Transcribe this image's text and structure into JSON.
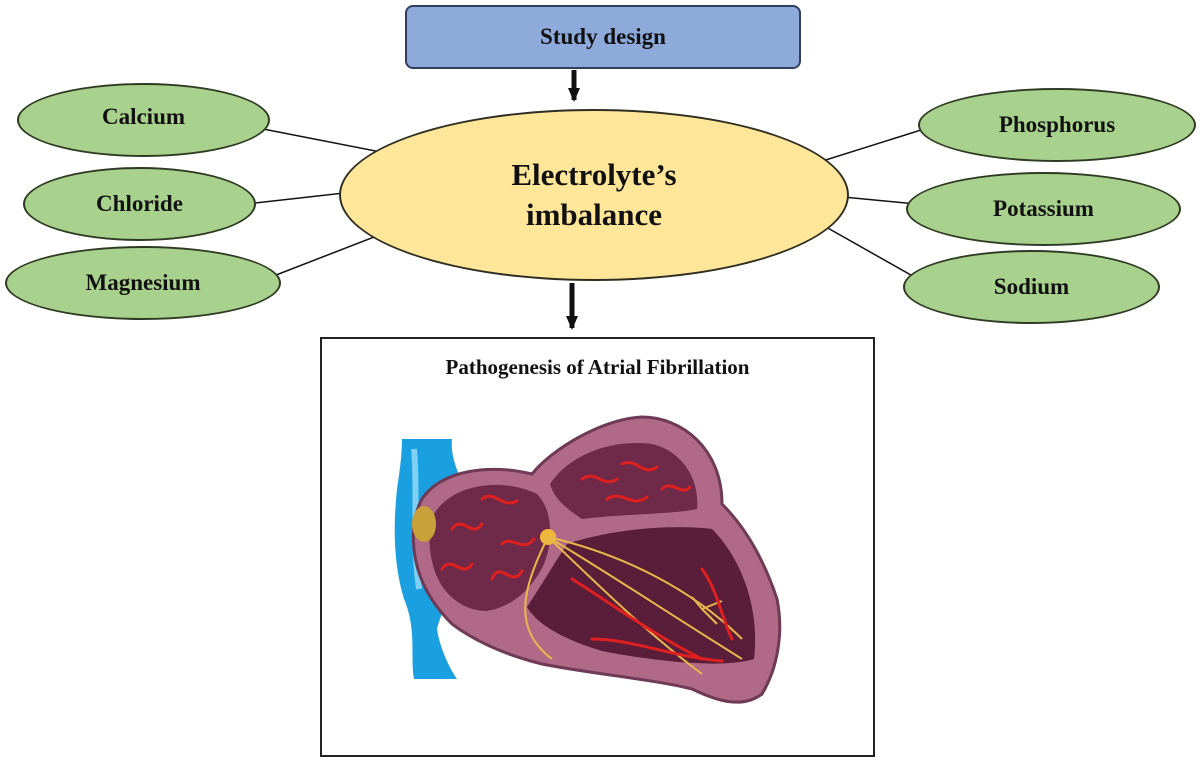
{
  "top_box": {
    "label": "Study design"
  },
  "center": {
    "line1": "Electrolyte’s",
    "line2": "imbalance"
  },
  "left_nodes": [
    "Calcium",
    "Chloride",
    "Magnesium"
  ],
  "right_nodes": [
    "Phosphorus",
    "Potassium",
    "Sodium"
  ],
  "panel": {
    "title": "Pathogenesis of Atrial Fibrillation"
  },
  "colors": {
    "top_box_fill": "#8eaadb",
    "node_fill": "#a9d18e",
    "center_fill": "#ffe699",
    "heart_wall": "#b06a88",
    "heart_chamber": "#6e2a48",
    "vein": "#1aa0e0",
    "signal": "#e02020",
    "conduction": "#e8b84a"
  }
}
